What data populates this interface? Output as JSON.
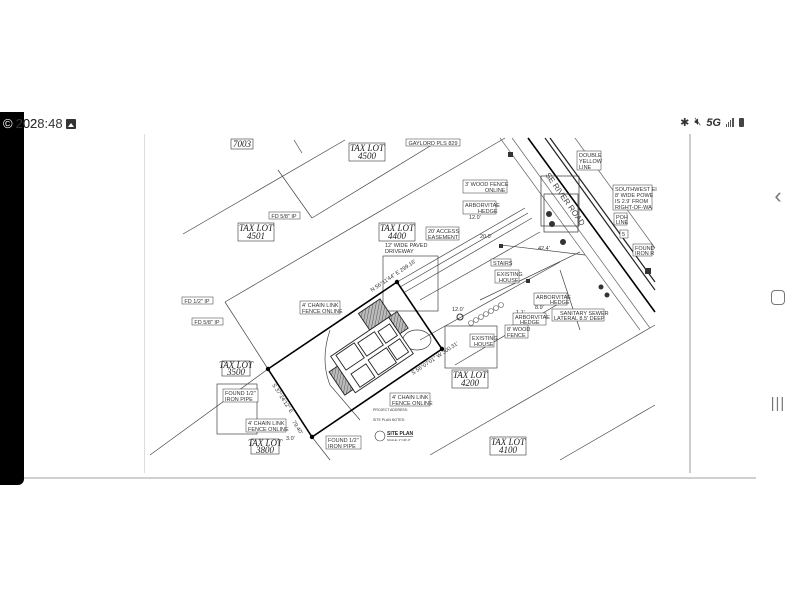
{
  "status_bar": {
    "left_icon": "copyright-icon",
    "time": "2028:48",
    "gallery_icon": "image-icon",
    "right_icons": [
      "bluetooth-icon",
      "mute-icon",
      "5g-icon",
      "signal-icon",
      "battery-icon"
    ],
    "network": "5G"
  },
  "navigation": {
    "back": "chevron-left-icon",
    "home": "home-icon",
    "recents": "recents-icon"
  },
  "site_plan": {
    "lots": [
      {
        "id": "lot-7003",
        "text": "7003"
      },
      {
        "id": "lot-4500",
        "l1": "TAX LOT",
        "l2": "4500"
      },
      {
        "id": "lot-4501",
        "l1": "TAX LOT",
        "l2": "4501"
      },
      {
        "id": "lot-4400",
        "l1": "TAX LOT",
        "l2": "4400"
      },
      {
        "id": "lot-4200",
        "l1": "TAX LOT",
        "l2": "4200"
      },
      {
        "id": "lot-3500",
        "l1": "TAX LOT",
        "l2": "3500"
      },
      {
        "id": "lot-3800",
        "l1": "TAX LOT",
        "l2": "3800"
      },
      {
        "id": "lot-4100",
        "l1": "TAX LOT",
        "l2": "4100"
      }
    ],
    "labels": {
      "gaylord": "GAYLORD PLS 829",
      "fd_58_top": "FD 5/8\" IP",
      "fd_12": "FD 1/2\" IP",
      "fd_58_left": "FD 5/8\" IP",
      "driveway_1": "12' WIDE PAVED",
      "driveway_2": "DRIVEWAY",
      "access_1": "20' ACCESS",
      "access_2": "EASEMENT",
      "wood_fence_1": "3' WOOD FENCE",
      "wood_fence_2": "ONLINE",
      "arbor_1a": "ARBORVITAE",
      "arbor_1b": "HEDGE",
      "dim_12a": "12.0'",
      "dim_20": "20.0'",
      "road": "SE RIVER ROAD",
      "yellow_1": "DOUBLE",
      "yellow_2": "YELLOW",
      "yellow_3": "LINE",
      "power_1": "SOUTHWEST EI",
      "power_2": "8' WIDE POWE",
      "power_3": "IS 2.9' FROM",
      "power_4": "RIGHT-OF-WA",
      "poh_1": "POH",
      "poh_2": "LINE",
      "five": "5",
      "found_iron_1": "FOUND",
      "found_iron_2": "IRON R",
      "stairs": "STAIRS",
      "exist_house_1a": "EXISTING",
      "exist_house_1b": "HOUSE",
      "dim_424": "42.4'",
      "arbor_2a": "ARBORVITAE",
      "arbor_2b": "HEDGE",
      "dim_89": "8.9'",
      "sewer_1": "SANITARY SEWER",
      "sewer_2": "LATERAL 8.5' DEEP",
      "dim_11": "1.1'",
      "arbor_3a": "ARBORVITAE",
      "arbor_3b": "HEDGE",
      "wood8_1": "8' WOOD",
      "wood8_2": "FENCE",
      "exist_house_2a": "EXISTING",
      "exist_house_2b": "HOUSE",
      "dim_12b": "12.0'",
      "chain_1a": "4' CHAIN LINK",
      "chain_1b": "FENCE ONLINE",
      "bearing_n": "N 56°11'44\" E  299.16'",
      "bearing_s": "S 56°07'01\" W  300.31'",
      "bearing_w": "S 37°24'12\" E",
      "dim_7940": "79.40'",
      "found_pipe_1a": "FOUND 1/2\"",
      "found_pipe_1b": "IRON PIPE",
      "chain_2a": "4' CHAIN LINK",
      "chain_2b": "FENCE ONLINE",
      "chain_3a": "4' CHAIN LINK",
      "chain_3b": "FENCE ONLINE",
      "dim_30": "3.0'",
      "found_pipe_2a": "FOUND 1/2\"",
      "found_pipe_2b": "IRON PIPE",
      "project_address": "PROJECT ADDRESS:",
      "site_plan_notes": "SITE PLAN NOTES:",
      "title": "SITE PLAN",
      "scale": "SCALE: 1\"=40'-0\""
    }
  }
}
